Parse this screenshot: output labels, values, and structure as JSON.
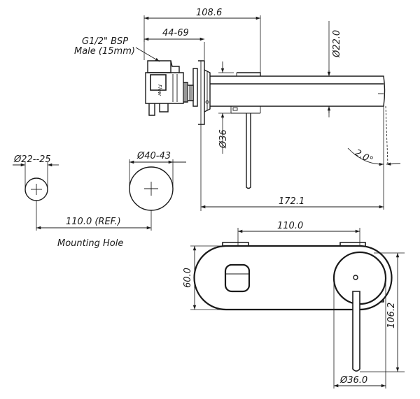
{
  "dimensions": {
    "overall_depth": "108.6",
    "wall_adjust": "44-69",
    "thread_label_line1": "G1/2\" BSP",
    "thread_label_line2": "Male (15mm)",
    "spout_diameter": "Ø22.0",
    "body_diameter": "Ø36",
    "spout_angle": "2.0°",
    "spout_reach": "172.1",
    "hole_small": "Ø22--25",
    "hole_large": "Ø40-43",
    "hole_spacing": "110.0 (REF.)",
    "mounting_hole_caption": "Mounting Hole",
    "front_spacing": "110.0",
    "plate_height": "60.0",
    "handle_height": "106.2",
    "handle_diameter": "Ø36.0"
  },
  "labels": {
    "flow_marking": "Flow"
  }
}
